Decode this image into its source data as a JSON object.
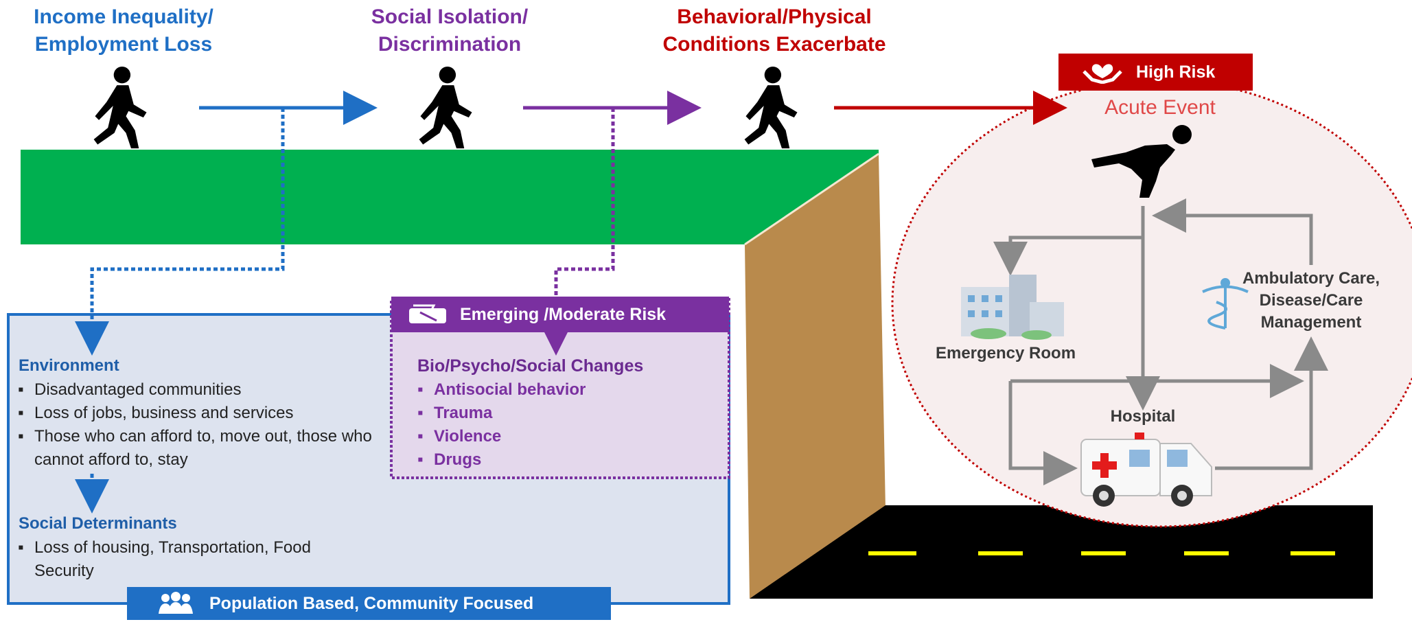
{
  "stages": [
    {
      "line1": "Income Inequality/",
      "line2": "Employment Loss",
      "color": "#1f6fc5"
    },
    {
      "line1": "Social Isolation/",
      "line2": "Discrimination",
      "color": "#7a30a0"
    },
    {
      "line1": "Behavioral/Physical",
      "line2": "Conditions Exacerbate",
      "color": "#c00000"
    }
  ],
  "high_risk": {
    "label": "High Risk",
    "event": "Acute Event",
    "color": "#c00000"
  },
  "moderate_risk": {
    "label": "Emerging /Moderate Risk",
    "heading": "Bio/Psycho/Social Changes",
    "items": [
      "Antisocial behavior",
      "Trauma",
      "Violence",
      "Drugs"
    ],
    "color": "#7a30a0"
  },
  "population": {
    "label": "Population Based, Community Focused",
    "environment": {
      "heading": "Environment",
      "items": [
        "Disadvantaged communities",
        "Loss of jobs, business and services",
        "Those who can afford to, move out, those who cannot afford to, stay"
      ]
    },
    "social_determinants": {
      "heading": "Social Determinants",
      "items": [
        "Loss of housing, Transportation, Food Security"
      ]
    },
    "color": "#1f6fc5"
  },
  "care": {
    "emergency_room": "Emergency Room",
    "ambulatory_line1": "Ambulatory Care,",
    "ambulatory_line2": "Disease/Care",
    "ambulatory_line3": "Management",
    "hospital": "Hospital"
  },
  "colors": {
    "platform": "#00b050",
    "cliff": "#b98a4c",
    "road": "#000000",
    "lane": "#ffff00",
    "panel": "#dde3ef",
    "moderate_panel": "#e4d8ec"
  }
}
